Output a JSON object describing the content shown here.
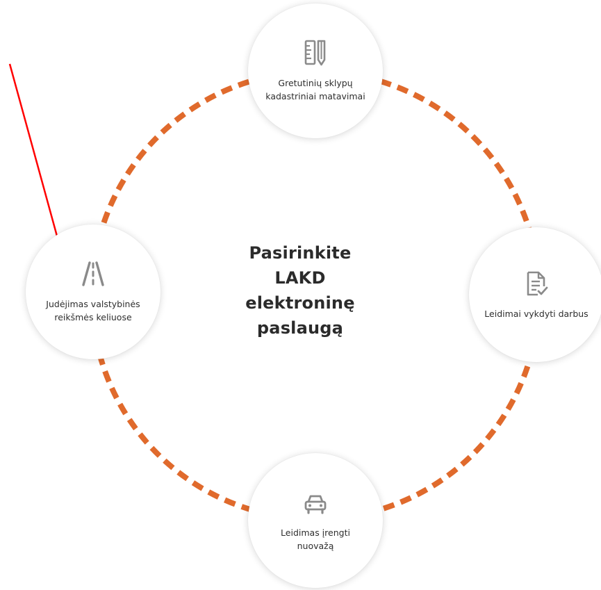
{
  "center": {
    "lines": [
      "Pasirinkite",
      "LAKD",
      "elektroninę",
      "paslaugą"
    ]
  },
  "services": {
    "top": {
      "label": "Gretutinių sklypų kadastriniai matavimai",
      "icon": "ruler-pencil-icon"
    },
    "left": {
      "label": "Judėjimas valstybinės reikšmės keliuose",
      "icon": "road-icon"
    },
    "right": {
      "label": "Leidimai vykdyti darbus",
      "icon": "document-check-icon"
    },
    "bottom": {
      "label": "Leidimas įrengti nuovažą",
      "icon": "car-icon"
    }
  },
  "colors": {
    "ring": "#e06a2c",
    "icon": "#8a8a8a",
    "annotation_arrow": "#ff0000"
  }
}
